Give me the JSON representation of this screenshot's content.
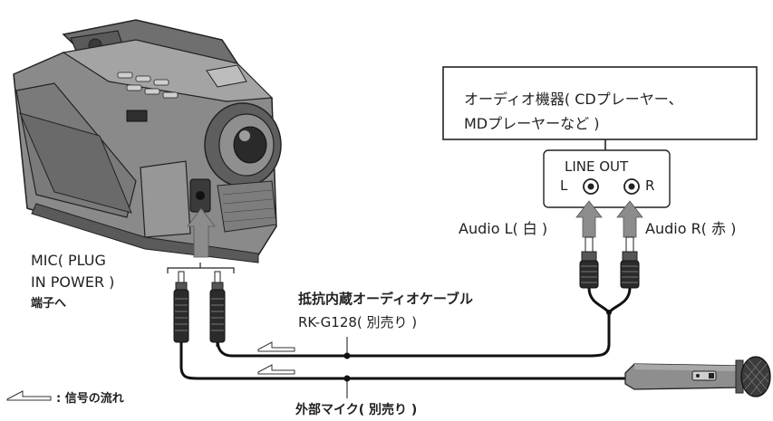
{
  "audio_device": {
    "line1": "オーディオ機器( CDプレーヤー、",
    "line2": "MDプレーヤーなど )"
  },
  "line_out": {
    "title": "LINE OUT",
    "left": "L",
    "right": "R"
  },
  "audio_labels": {
    "left": "Audio L( 白 )",
    "right": "Audio R( 赤 )"
  },
  "mic_jack": {
    "line1": "MIC( PLUG",
    "line2": "IN POWER )",
    "line3": "端子へ"
  },
  "cable": {
    "line1": "抵抗内蔵オーディオケーブル",
    "line2": "RK-G128( 別売り )"
  },
  "external_mic": "外部マイク( 別売り )",
  "legend": ": 信号の流れ",
  "colors": {
    "camcorder_body": "#8a8a8a",
    "camcorder_dark": "#3c3c3c",
    "cable": "#111111",
    "arrow": "#8c8c8c",
    "outline": "#222222"
  }
}
